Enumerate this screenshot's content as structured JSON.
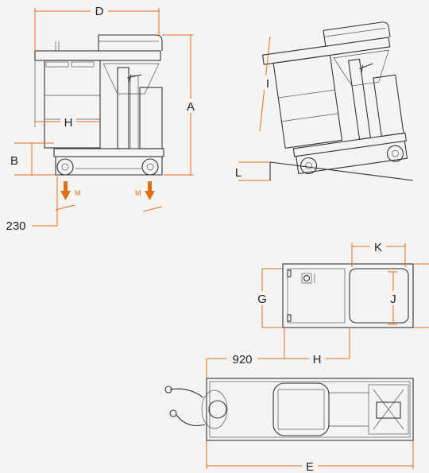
{
  "labels": {
    "d": "D",
    "a": "A",
    "h_side": "H",
    "b": "B",
    "m_left": "M",
    "m_right": "M",
    "n230": "230",
    "i": "I",
    "l": "L",
    "k": "K",
    "g": "G",
    "j": "J",
    "n920": "920",
    "h_top": "H",
    "e": "E"
  },
  "colors": {
    "dimension": "#e07018",
    "outline": "#333333",
    "background": "#f4f4f3"
  }
}
